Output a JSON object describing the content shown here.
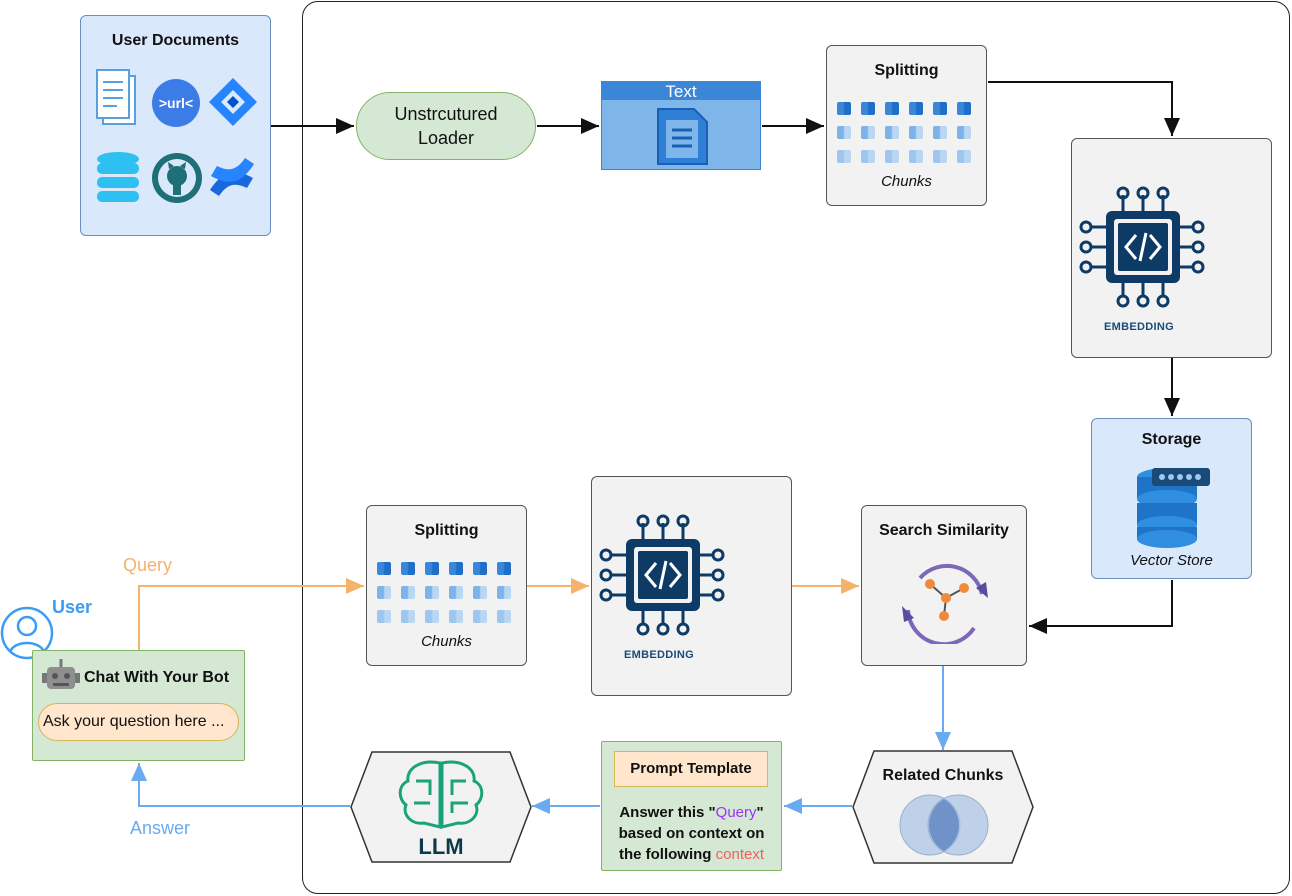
{
  "documents": {
    "title": "User Documents",
    "icons": [
      "document-stack-icon",
      "url-icon",
      "jira-icon",
      "database-icon",
      "github-icon",
      "confluence-icon"
    ],
    "url_text": ">url<"
  },
  "loader": {
    "line1": "Unstrcutured",
    "line2": "Loader"
  },
  "text_window": {
    "title": "Text"
  },
  "splitting_top": {
    "title": "Splitting",
    "caption": "Chunks"
  },
  "embedding_top": {
    "label": "EMBEDDING",
    "dots": [
      "•••",
      "•••",
      "•••"
    ]
  },
  "storage": {
    "title": "Storage",
    "caption": "Vector Store"
  },
  "splitting_bottom": {
    "title": "Splitting",
    "caption": "Chunks"
  },
  "embedding_bottom": {
    "label": "EMBEDDING",
    "dots": [
      "•••",
      "•••",
      "•••"
    ]
  },
  "search": {
    "title": "Search Similarity"
  },
  "related": {
    "title": "Related Chunks"
  },
  "prompt": {
    "header": "Prompt Template",
    "line1_a": "Answer this \"",
    "line1_query": "Query",
    "line1_b": "\"",
    "line2": "based on context on",
    "line3_a": "the following ",
    "line3_context": "context"
  },
  "llm": {
    "title": "LLM"
  },
  "user": {
    "label": "User"
  },
  "chat": {
    "title": "Chat With Your Bot",
    "input_placeholder": "Ask your question here ..."
  },
  "edges": {
    "query": "Query",
    "answer": "Answer"
  },
  "colors": {
    "query_edge": "#f5b26b",
    "answer_edge": "#6aaaf0",
    "query_word": "#9b30ff",
    "context_word": "#f0605a",
    "user": "#3b9cf5"
  }
}
